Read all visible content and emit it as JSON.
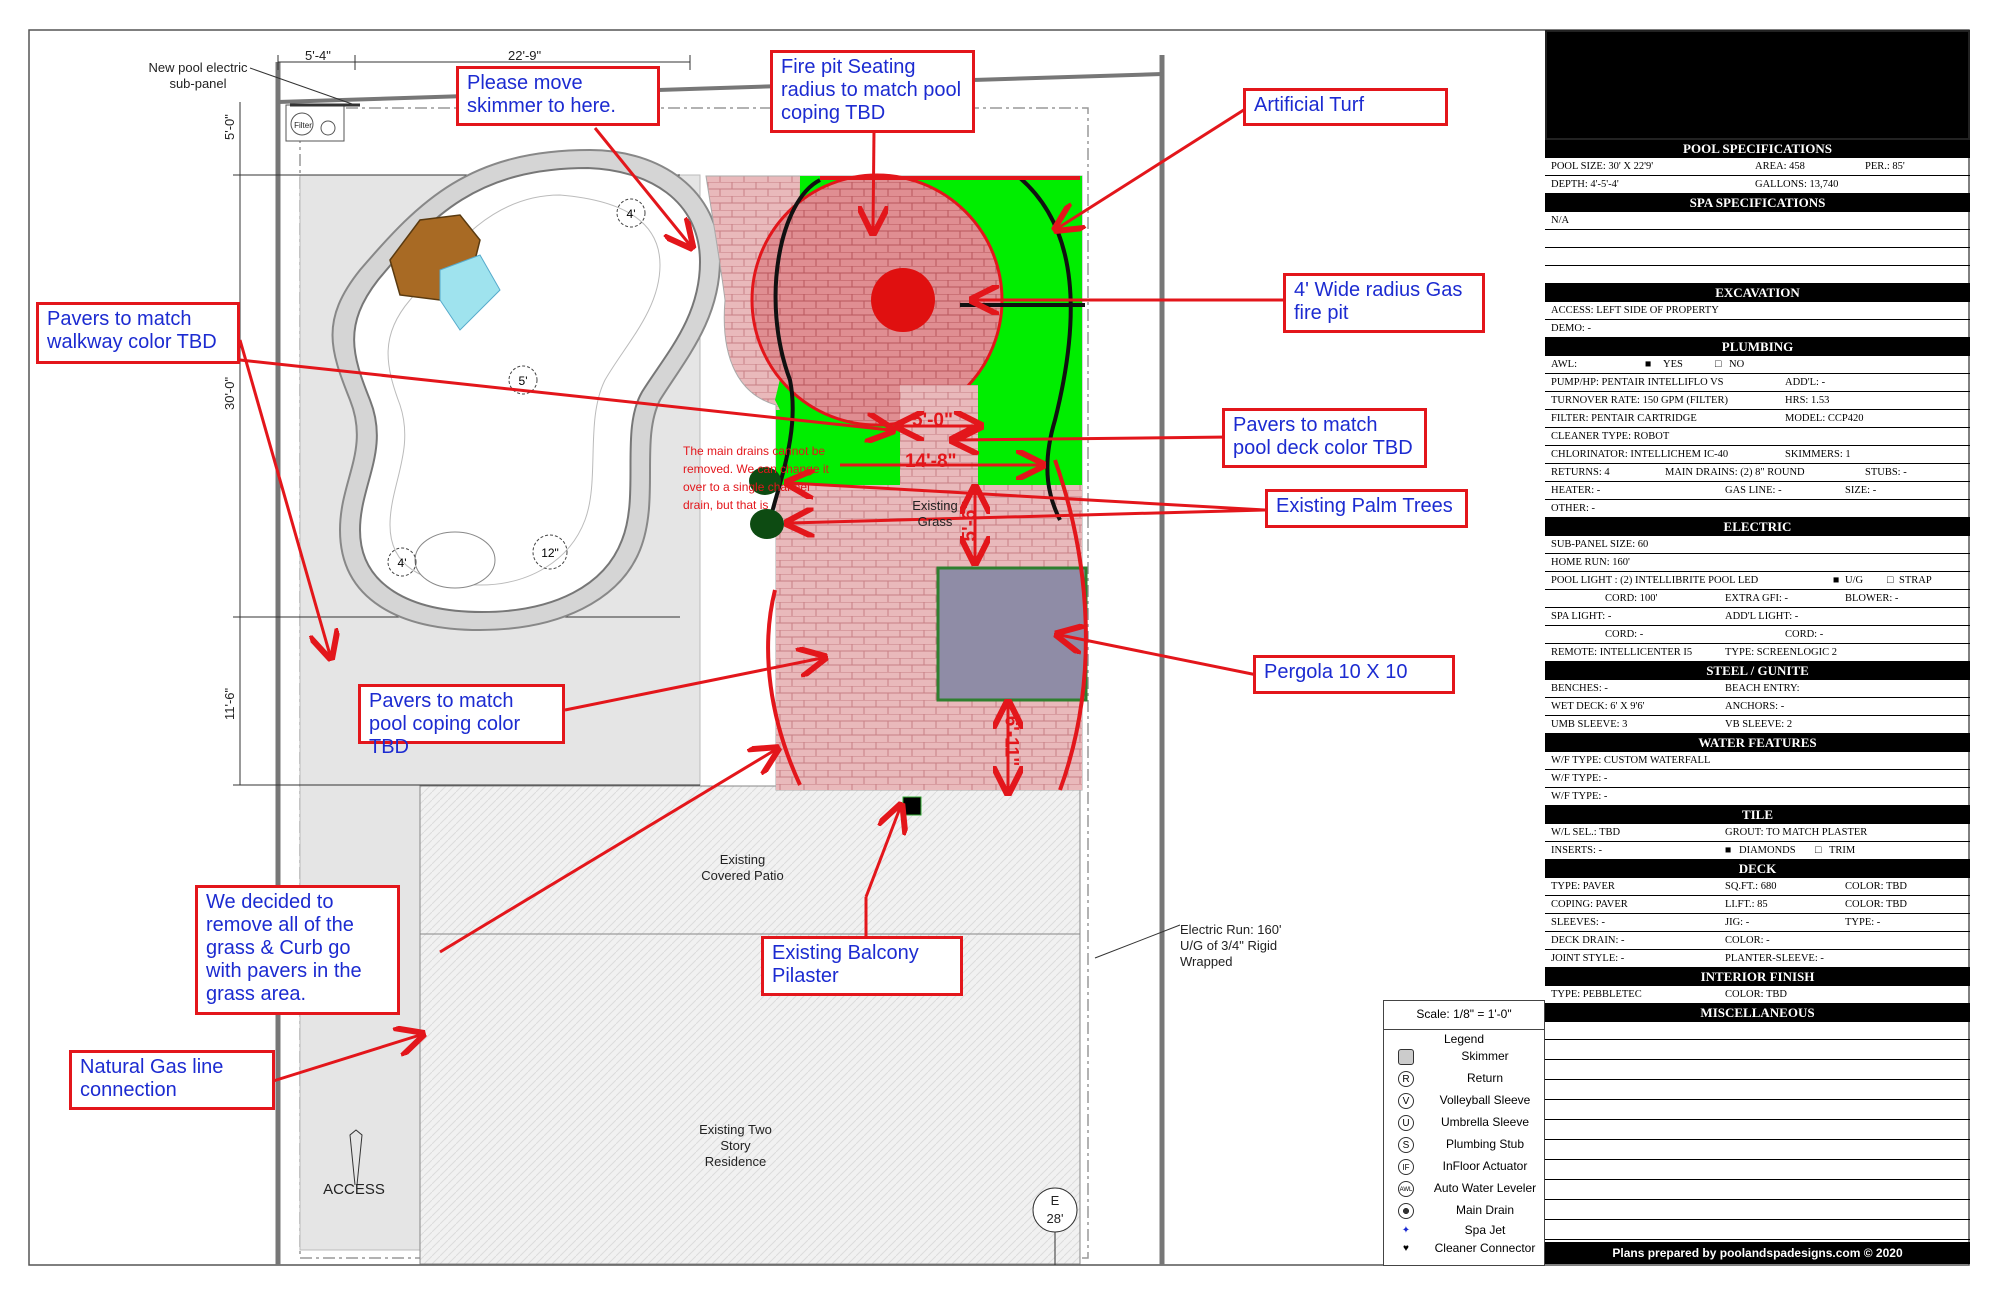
{
  "dimensions": {
    "top_left": "5'-4\"",
    "top_main": "22'-9\"",
    "side_a": "5'-0\"",
    "side_b": "30'-0\"",
    "side_c": "11'-6\""
  },
  "plan_labels": {
    "electric_subpanel": "New pool electric sub-panel",
    "filter": "Filter",
    "existing_grass": "Existing Grass",
    "covered_patio": "Existing Covered Patio",
    "residence": "Existing Two Story Residence",
    "electric_run": "Electric Run: 160' U/G of 3/4\" Rigid Wrapped",
    "access": "ACCESS",
    "drain_note": "The main drains cannot be removed. We can change it over to a single channel drain, but that is",
    "depth_4a": "4'",
    "depth_5": "5'",
    "depth_4b": "4'",
    "depth_12": "12\"",
    "elev_e": "E",
    "elev_28": "28'"
  },
  "red_dims": {
    "d1": "5'-0\"",
    "d2": "14'-8\"",
    "d3": "5'-6\"",
    "d4": "6'-11\""
  },
  "annotations": {
    "skimmer": "Please move skimmer to here.",
    "firepit_seating": "Fire pit Seating radius to match pool coping TBD",
    "turf": "Artificial Turf",
    "walkway": "Pavers to match walkway color TBD",
    "gas_firepit": "4' Wide radius Gas fire pit",
    "deck_color": "Pavers to match pool deck color TBD",
    "palm": "Existing Palm Trees",
    "pergola": "Pergola 10 X 10",
    "coping": "Pavers to match pool coping color TBD",
    "grass_removal": "We decided to remove all of the grass & Curb go with pavers in the grass area.",
    "balcony": "Existing Balcony Pilaster",
    "gas_line": "Natural Gas line connection"
  },
  "spec": {
    "pool_head": "POOL SPECIFICATIONS",
    "pool_size": "POOL SIZE: 30' X 22'9'",
    "area": "AREA: 458",
    "per": "PER.: 85'",
    "depth": "DEPTH: 4'-5'-4'",
    "gallons": "GALLONS: 13,740",
    "spa_head": "SPA SPECIFICATIONS",
    "spa_na": "N/A",
    "exc_head": "EXCAVATION",
    "access": "ACCESS: LEFT SIDE OF PROPERTY",
    "demo": "DEMO: -",
    "plumb_head": "PLUMBING",
    "awl": "AWL:",
    "awl_yes": "YES",
    "awl_no": "NO",
    "pump": "PUMP/HP: PENTAIR INTELLIFLO VS",
    "addl": "ADD'L: -",
    "turnover": "TURNOVER RATE: 150 GPM (FILTER)",
    "hrs": "HRS: 1.53",
    "filter": "FILTER: PENTAIR CARTRIDGE",
    "model": "MODEL: CCP420",
    "cleaner": "CLEANER TYPE: ROBOT",
    "chlor": "CHLORINATOR: INTELLICHEM IC-40",
    "skimmers": "SKIMMERS: 1",
    "returns": "RETURNS: 4",
    "main_drains": "MAIN DRAINS: (2) 8\" ROUND",
    "stubs": "STUBS: -",
    "heater": "HEATER: -",
    "gasline": "GAS LINE: -",
    "size": "SIZE: -",
    "other": "OTHER: -",
    "elec_head": "ELECTRIC",
    "subpanel": "SUB-PANEL SIZE: 60",
    "homerun": "HOME RUN: 160'",
    "pool_light": "POOL LIGHT : (2) INTELLIBRITE POOL LED",
    "ug": "U/G",
    "strap": "STRAP",
    "cord1": "CORD: 100'",
    "extra_gfi": "EXTRA GFI: -",
    "blower": "BLOWER: -",
    "spa_light": "SPA LIGHT: -",
    "addl_light": "ADD'L LIGHT: -",
    "cord2": "CORD: -",
    "cord3": "CORD: -",
    "remote": "REMOTE: INTELLICENTER I5",
    "remote_type": "TYPE: SCREENLOGIC 2",
    "steel_head": "STEEL / GUNITE",
    "benches": "BENCHES: -",
    "beach": "BEACH ENTRY:",
    "wetdeck": "WET DECK: 6' X 9'6'",
    "anchors": "ANCHORS: -",
    "umb": "UMB SLEEVE: 3",
    "vb": "VB SLEEVE: 2",
    "water_head": "WATER FEATURES",
    "wf1": "W/F TYPE: CUSTOM WATERFALL",
    "wf2": "W/F TYPE: -",
    "wf3": "W/F TYPE: -",
    "tile_head": "TILE",
    "wl": "W/L SEL.: TBD",
    "grout": "GROUT: TO MATCH PLASTER",
    "inserts": "INSERTS: -",
    "diamonds": "DIAMONDS",
    "trim": "TRIM",
    "deck_head": "DECK",
    "deck_type": "TYPE: PAVER",
    "sqft": "SQ.FT.: 680",
    "deck_color": "COLOR: TBD",
    "coping": "COPING: PAVER",
    "lift": "LI.FT.: 85",
    "coping_color": "COLOR: TBD",
    "sleeves": "SLEEVES: -",
    "jig": "JIG: -",
    "type2": "TYPE: -",
    "deckdrain": "DECK DRAIN: -",
    "color2": "COLOR: -",
    "joint": "JOINT STYLE: -",
    "planter": "PLANTER-SLEEVE: -",
    "int_head": "INTERIOR FINISH",
    "int_type": "TYPE: PEBBLETEC",
    "int_color": "COLOR: TBD",
    "misc_head": "MISCELLANEOUS",
    "footer": "Plans prepared by poolandspadesigns.com © 2020"
  },
  "legend": {
    "scale": "Scale: 1/8\" = 1'-0\"",
    "title": "Legend",
    "items": [
      "Skimmer",
      "Return",
      "Volleyball Sleeve",
      "Umbrella Sleeve",
      "Plumbing Stub",
      "InFloor Actuator",
      "Auto Water Leveler",
      "Main Drain",
      "Spa Jet",
      "Cleaner Connector"
    ],
    "symbols": [
      "",
      "R",
      "V",
      "U",
      "S",
      "IF",
      "AWL",
      "",
      "",
      ""
    ]
  },
  "colors": {
    "annotation_red": "#e3161b",
    "annotation_blue": "#1c2bd1",
    "turf_green": "#00ee00",
    "paver_pink": "#e9b9bb",
    "pergola": "#8f8ca6"
  }
}
